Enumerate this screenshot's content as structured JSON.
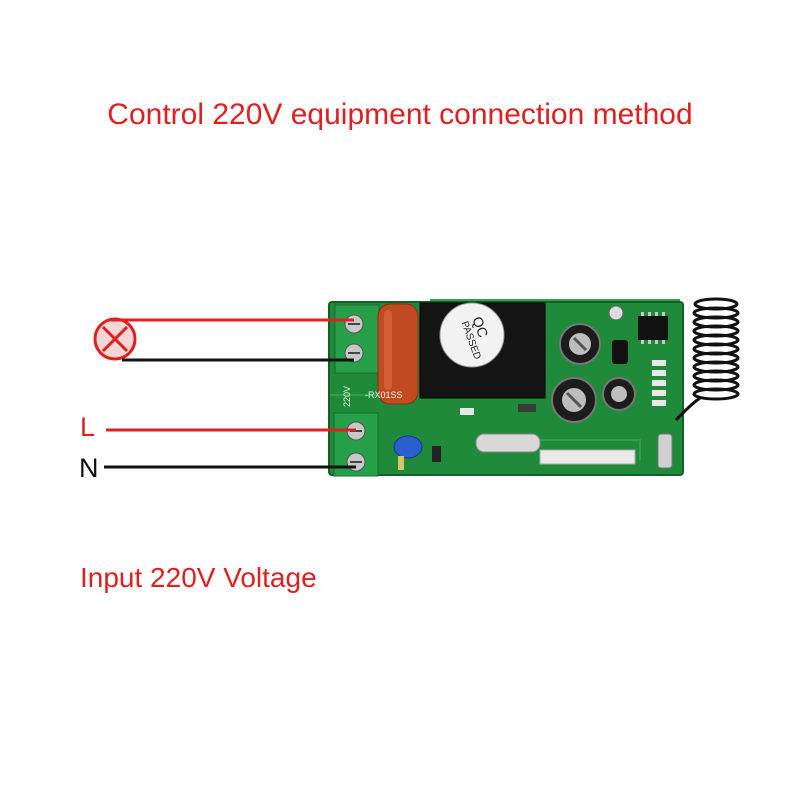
{
  "title": "Control 220V equipment connection method",
  "caption": "Input 220V Voltage",
  "labels": {
    "live": "L",
    "neutral": "N"
  },
  "board": {
    "relay_text_1": "QC",
    "relay_text_2": "PASSED",
    "silk_220v": "220V",
    "silk_model": "-RX01SS"
  },
  "colors": {
    "title": "#e02020",
    "live_wire": "#e02020",
    "neutral_wire": "#111111",
    "pcb": "#1f8a3a",
    "terminal": "#27a04a",
    "capacitor": "#c24a22"
  },
  "icons": {
    "load": "lamp-icon"
  }
}
